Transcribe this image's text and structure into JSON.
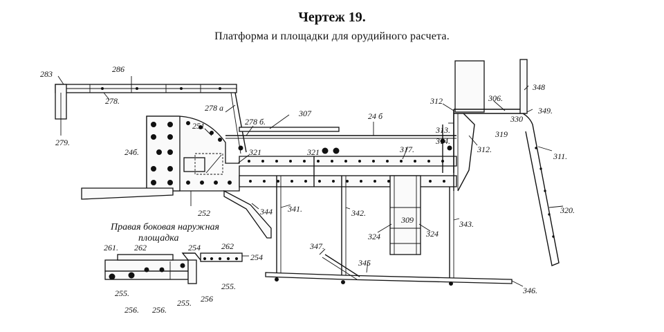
{
  "header": {
    "title": "Чертеж 19.",
    "subtitle": "Платформа и площадки для орудийного расчета."
  },
  "inset": {
    "caption_line1": "Правая боковая наружная",
    "caption_line2": "площадка"
  },
  "labels": {
    "l283": "283",
    "l286": "286",
    "l278": "278.",
    "l279": "279.",
    "l278a": "278 a",
    "l278b": "278 б.",
    "l307": "307",
    "l246top": "24 б",
    "l251": "251",
    "l246left": "24б.",
    "l321a": "321",
    "l321b": "321",
    "l317": "317.",
    "l313": "313.",
    "l314": "314.",
    "l312a": "312",
    "l312b": "312.",
    "l306": "306.",
    "l330": "330",
    "l319": "319",
    "l348": "348",
    "l349": "349.",
    "l311": "311.",
    "l320": "320.",
    "l252": "252",
    "l344": "344",
    "l341": "341.",
    "l342": "342.",
    "l309": "309",
    "l324a": "324",
    "l324b": "324",
    "l343": "343.",
    "l347": "347.",
    "l345": "345",
    "l346": "346.",
    "l261": "261.",
    "l262a": "262",
    "l254a": "254",
    "l262b": "262",
    "l254b": "254",
    "l255a": "255.",
    "l255b": "255.",
    "l255c": "255.",
    "l256a": "256.",
    "l256b": "256.",
    "l256c": "256"
  }
}
